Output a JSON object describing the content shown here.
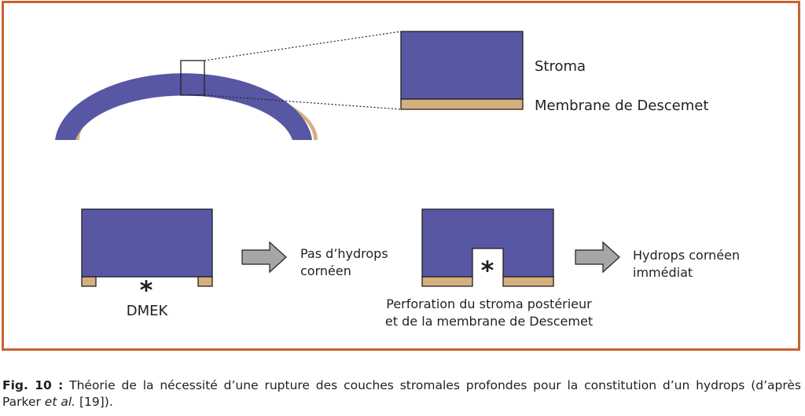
{
  "diagram": {
    "labels": {
      "stroma": "Stroma",
      "membrane": "Membrane de Descemet",
      "no_hydrops_line1": "Pas d’hydrops",
      "no_hydrops_line2": "cornéen",
      "dmek": "DMEK",
      "perforation_line1": "Perforation du stroma postérieur",
      "perforation_line2": "et de la membrane de Descemet",
      "hydrops_line1": "Hydrops cornéen",
      "hydrops_line2": "immédiat",
      "asterisk": "*"
    },
    "colors": {
      "stroma": "#5757a3",
      "descemet": "#d5b07f",
      "frame": "#c8632f",
      "arrow": "#a6a6a6",
      "outline": "#231f20"
    }
  },
  "caption": {
    "fig_label": "Fig. 10 :",
    "text_before": "Théorie de la nécessité d’une rupture des couches stromales profondes pour la constitution d’un hydrops (d’après Parker ",
    "etal": "et al.",
    "text_after": " [19])."
  }
}
